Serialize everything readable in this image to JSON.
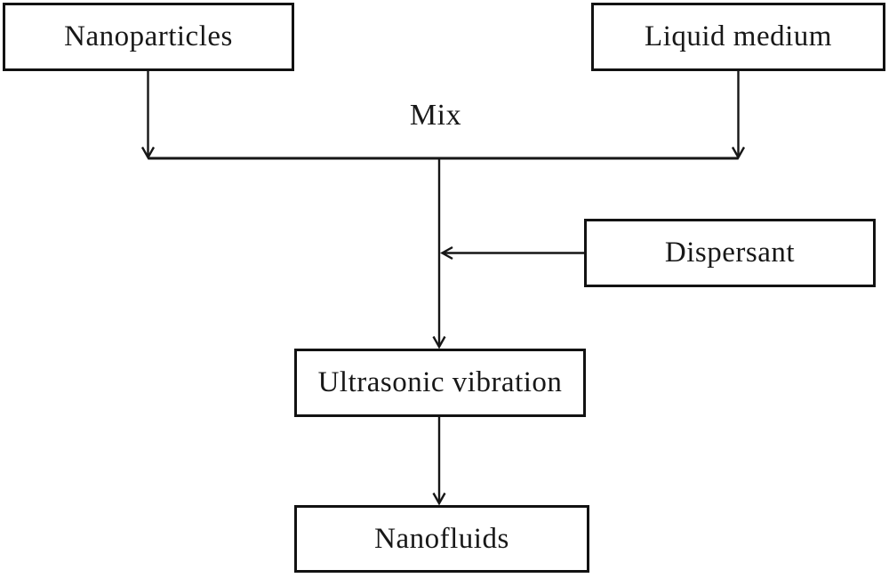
{
  "diagram": {
    "background_color": "#ffffff",
    "line_color": "#161616",
    "box_border_color": "#121212",
    "nodes": [
      {
        "id": "nanoparticles",
        "label": "Nanoparticles"
      },
      {
        "id": "liquid-medium",
        "label": "Liquid medium"
      },
      {
        "id": "dispersant",
        "label": "Dispersant"
      },
      {
        "id": "ultrasonic-vibration",
        "label": "Ultrasonic vibration"
      },
      {
        "id": "nanofluids",
        "label": "Nanofluids"
      }
    ],
    "labels": {
      "mix": "Mix"
    },
    "edges": [
      {
        "from": "nanoparticles",
        "to": "mix-junction",
        "arrow": "down"
      },
      {
        "from": "liquid-medium",
        "to": "mix-junction",
        "arrow": "down"
      },
      {
        "from": "dispersant",
        "to": "mix-stream",
        "arrow": "left"
      },
      {
        "from": "mix-junction",
        "to": "ultrasonic-vibration",
        "arrow": "down"
      },
      {
        "from": "ultrasonic-vibration",
        "to": "nanofluids",
        "arrow": "down"
      }
    ]
  }
}
